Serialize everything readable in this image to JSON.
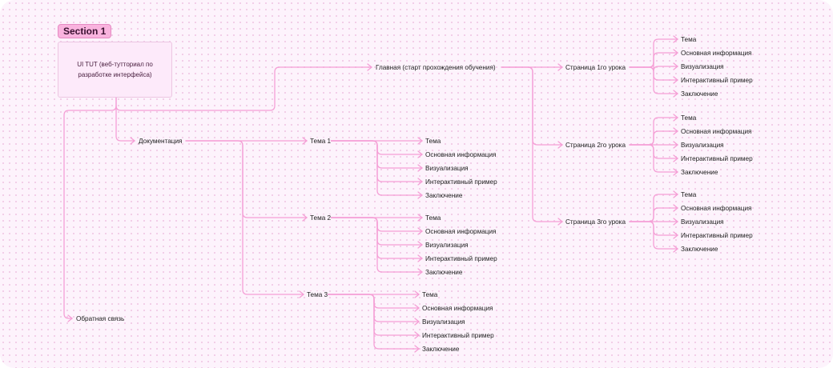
{
  "section": {
    "label": "Section 1"
  },
  "root": {
    "label": "UI TUT (веб-тутториал по разработке интерфейса)"
  },
  "main": {
    "label": "Главная (старт прохождения обучения)",
    "lessons": [
      {
        "label": "Страница 1го урока",
        "children": [
          "Тема",
          "Основная информация",
          "Визуализация",
          "Интерактивный пример",
          "Заключение"
        ]
      },
      {
        "label": "Страница 2го урока",
        "children": [
          "Тема",
          "Основная информация",
          "Визуализация",
          "Интерактивный пример",
          "Заключение"
        ]
      },
      {
        "label": "Страница 3го урока",
        "children": [
          "Тема",
          "Основная информация",
          "Визуализация",
          "Интерактивный пример",
          "Заключение"
        ]
      }
    ]
  },
  "docs": {
    "label": "Документация",
    "topics": [
      {
        "label": "Тема 1",
        "children": [
          "Тема",
          "Основная информация",
          "Визуализация",
          "Интерактивный пример",
          "Заключение"
        ]
      },
      {
        "label": "Тема 2",
        "children": [
          "Тема",
          "Основная информация",
          "Визуализация",
          "Интерактивный пример",
          "Заключение"
        ]
      },
      {
        "label": "Тема 3",
        "children": [
          "Тема",
          "Основная информация",
          "Визуализация",
          "Интерактивный пример",
          "Заключение"
        ]
      }
    ]
  },
  "feedback": {
    "label": "Обратная связь"
  },
  "colors": {
    "line": "#f59fd6",
    "card": "#fdeafa",
    "badge": "#f9b3de"
  }
}
